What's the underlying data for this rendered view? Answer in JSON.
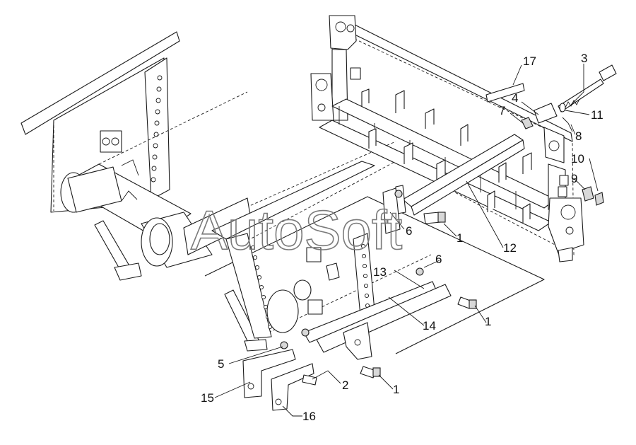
{
  "watermark": {
    "text": "AutoSoft"
  },
  "callouts": [
    {
      "id": "c17",
      "label": "17"
    },
    {
      "id": "c3",
      "label": "3"
    },
    {
      "id": "c4",
      "label": "4"
    },
    {
      "id": "c7",
      "label": "7"
    },
    {
      "id": "c11",
      "label": "11"
    },
    {
      "id": "c8",
      "label": "8"
    },
    {
      "id": "c10",
      "label": "10"
    },
    {
      "id": "c9",
      "label": "9"
    },
    {
      "id": "c6a",
      "label": "6"
    },
    {
      "id": "c1a",
      "label": "1"
    },
    {
      "id": "c12",
      "label": "12"
    },
    {
      "id": "c6b",
      "label": "6"
    },
    {
      "id": "c13",
      "label": "13"
    },
    {
      "id": "c1b",
      "label": "1"
    },
    {
      "id": "c14",
      "label": "14"
    },
    {
      "id": "c5",
      "label": "5"
    },
    {
      "id": "c2",
      "label": "2"
    },
    {
      "id": "c1c",
      "label": "1"
    },
    {
      "id": "c15",
      "label": "15"
    },
    {
      "id": "c16",
      "label": "16"
    }
  ]
}
